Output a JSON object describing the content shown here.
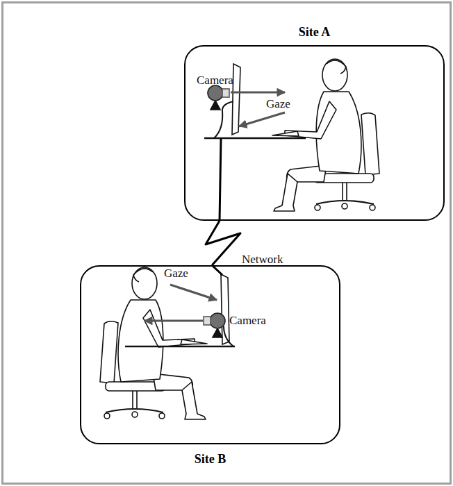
{
  "diagram": {
    "nodes": [
      {
        "text": [
          "Site A"
        ]
      },
      {
        "text": [
          "Site B"
        ]
      }
    ],
    "edges": [
      {
        "from": 0,
        "to": 1,
        "arrow": "none",
        "label": "Network"
      }
    ],
    "labels": [
      "Camera",
      "Gaze",
      "Gaze",
      "Camera"
    ]
  }
}
